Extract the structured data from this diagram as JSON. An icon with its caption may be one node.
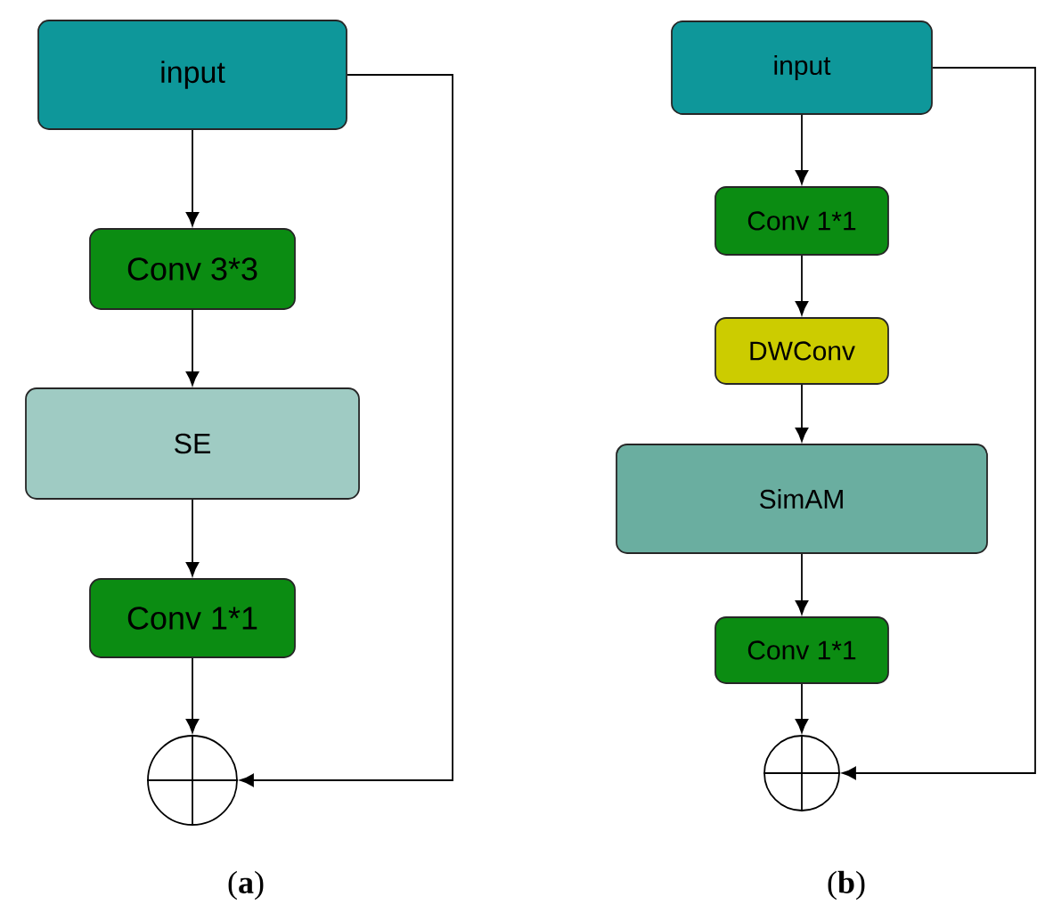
{
  "diagram": {
    "nodes": [
      {
        "text": [
          "input"
        ]
      },
      {
        "text": [
          "Conv 3*3"
        ]
      },
      {
        "text": [
          "SE"
        ]
      },
      {
        "text": [
          "Conv 1*1"
        ]
      },
      {
        "text": [],
        "shape": "circle"
      },
      {
        "text": [
          "input"
        ]
      },
      {
        "text": [
          "Conv 1*1"
        ]
      },
      {
        "text": [
          "DWConv"
        ]
      },
      {
        "text": [
          "SimAM"
        ]
      },
      {
        "text": [
          "Conv 1*1"
        ]
      },
      {
        "text": [],
        "shape": "circle"
      }
    ],
    "edges": [
      {
        "from": 0,
        "to": 1,
        "arrow": "to"
      },
      {
        "from": 1,
        "to": 2,
        "arrow": "to"
      },
      {
        "from": 2,
        "to": 3,
        "arrow": "to"
      },
      {
        "from": 3,
        "to": 4,
        "arrow": "to"
      },
      {
        "from": 0,
        "to": 4,
        "arrow": "to"
      },
      {
        "from": 5,
        "to": 6,
        "arrow": "to"
      },
      {
        "from": 6,
        "to": 7,
        "arrow": "to"
      },
      {
        "from": 7,
        "to": 8,
        "arrow": "to"
      },
      {
        "from": 8,
        "to": 9,
        "arrow": "to"
      },
      {
        "from": 9,
        "to": 10,
        "arrow": "to"
      },
      {
        "from": 5,
        "to": 10,
        "arrow": "to"
      }
    ],
    "labels": [
      "(**a**)",
      "(**b**)"
    ]
  }
}
